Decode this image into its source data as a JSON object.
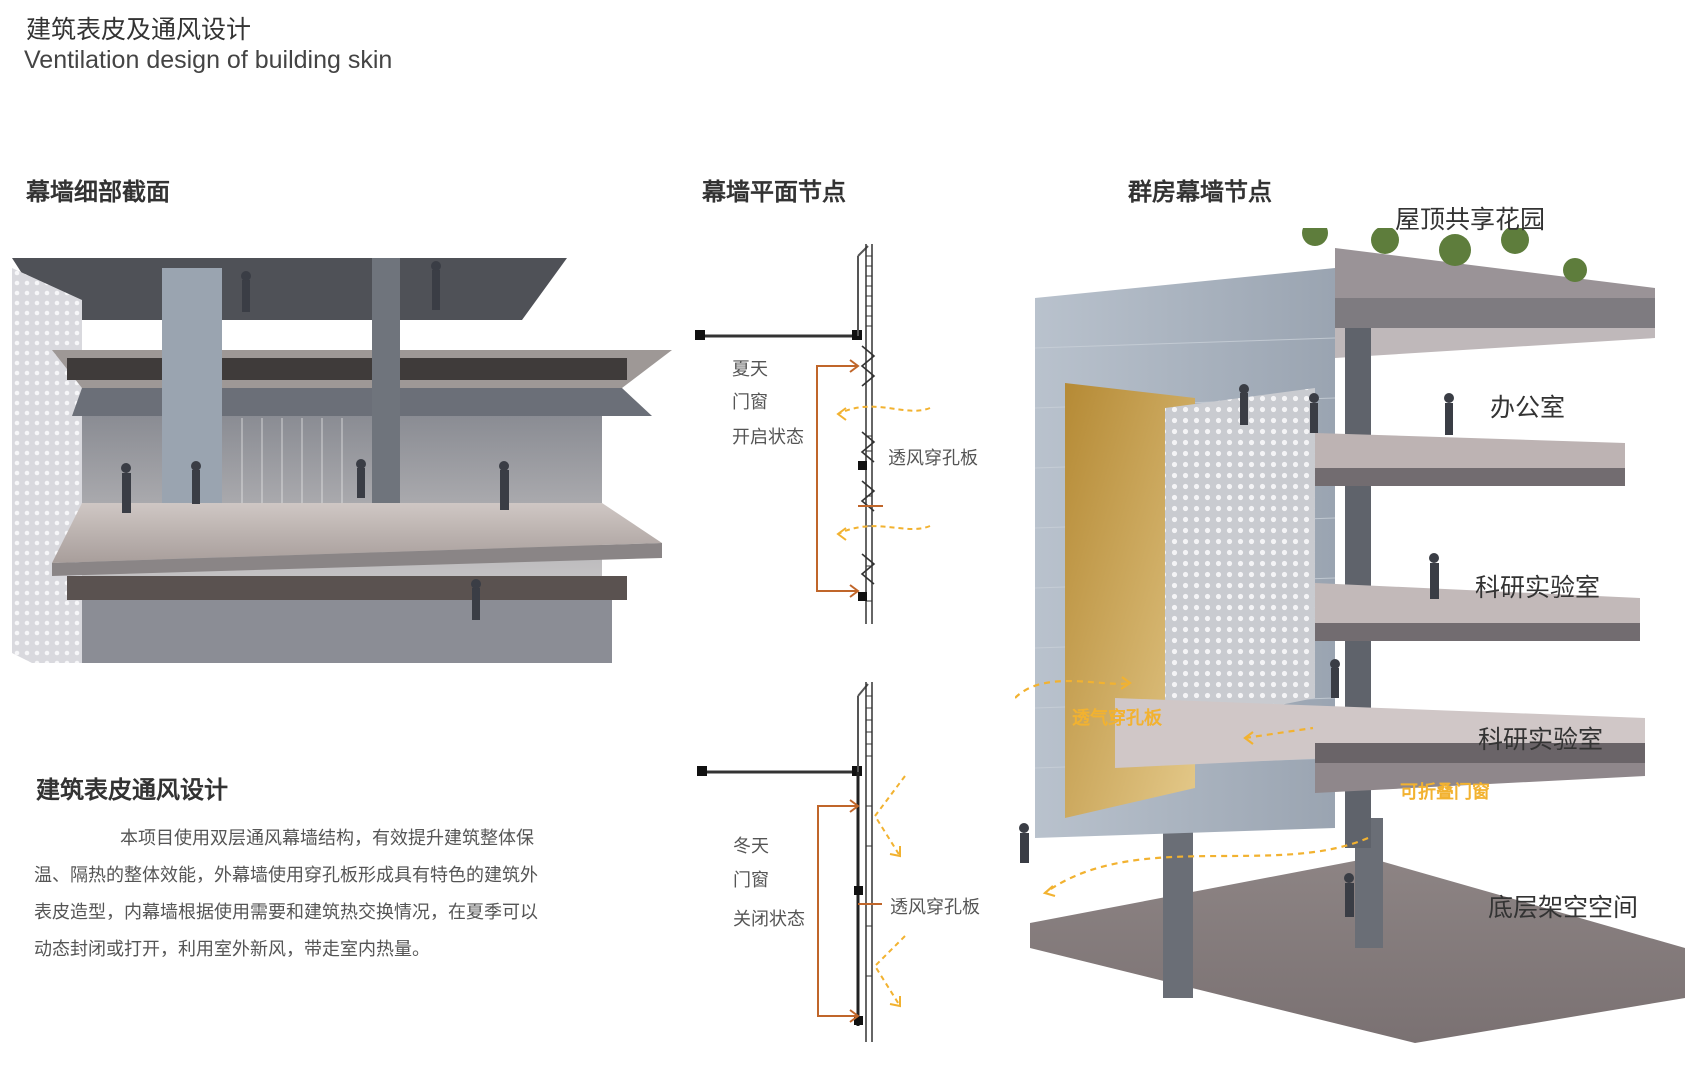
{
  "header": {
    "title_cn": "建筑表皮及通风设计",
    "title_en": "Ventilation design of building skin"
  },
  "sections": {
    "section_detail": "幕墙细部截面",
    "plan_node": "幕墙平面节点",
    "podium_node": "群房幕墙节点",
    "ventilation_design": "建筑表皮通风设计"
  },
  "description": "本项目使用双层通风幕墙结构，有效提升建筑整体保温、隔热的整体效能，外幕墙使用穿孔板形成具有特色的建筑外表皮造型，内幕墙根据使用需要和建筑热交换情况，在夏季可以动态封闭或打开，利用室外新风，带走室内热量。",
  "summer": {
    "season": "夏天",
    "line2": "门窗",
    "line3": "开启状态",
    "panel": "透风穿孔板"
  },
  "winter": {
    "season": "冬天",
    "line2": "门窗",
    "line3": "关闭状态",
    "panel": "透风穿孔板"
  },
  "floors": {
    "roof_garden": "屋顶共享花园",
    "office": "办公室",
    "lab1": "科研实验室",
    "lab2": "科研实验室",
    "pilotis": "底层架空空间"
  },
  "callouts": {
    "perforated_panel": "透气穿孔板",
    "folding_door": "可折叠门窗"
  },
  "colors": {
    "arrow_brown": "#c0662a",
    "airflow_yellow": "#f2b230",
    "gold_panel": "#c9a24a",
    "facade_gray": "#aab3c0"
  }
}
